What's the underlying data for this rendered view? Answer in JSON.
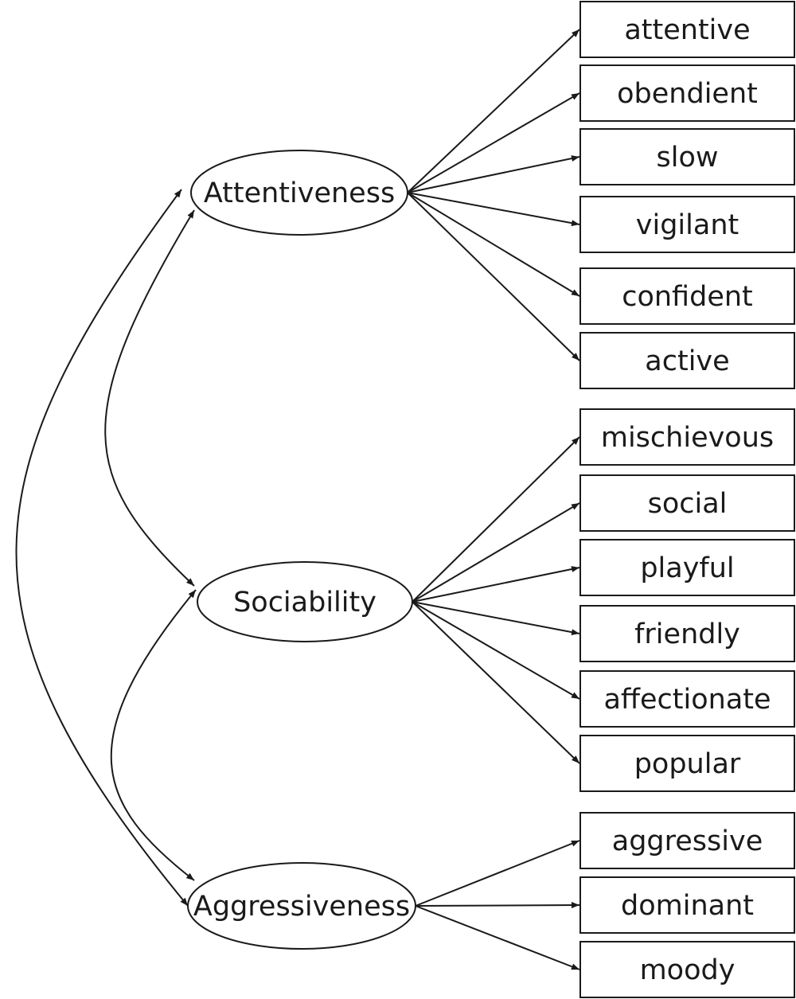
{
  "diagram": {
    "factors": [
      {
        "name": "Attentiveness",
        "indicators": [
          "attentive",
          "obendient",
          "slow",
          "vigilant",
          "confident",
          "active"
        ]
      },
      {
        "name": "Sociability",
        "indicators": [
          "mischievous",
          "social",
          "playful",
          "friendly",
          "affectionate",
          "popular"
        ]
      },
      {
        "name": "Aggressiveness",
        "indicators": [
          "aggressive",
          "dominant",
          "moody"
        ]
      }
    ],
    "correlations": [
      [
        "Attentiveness",
        "Sociability"
      ],
      [
        "Sociability",
        "Aggressiveness"
      ],
      [
        "Attentiveness",
        "Aggressiveness"
      ]
    ]
  }
}
